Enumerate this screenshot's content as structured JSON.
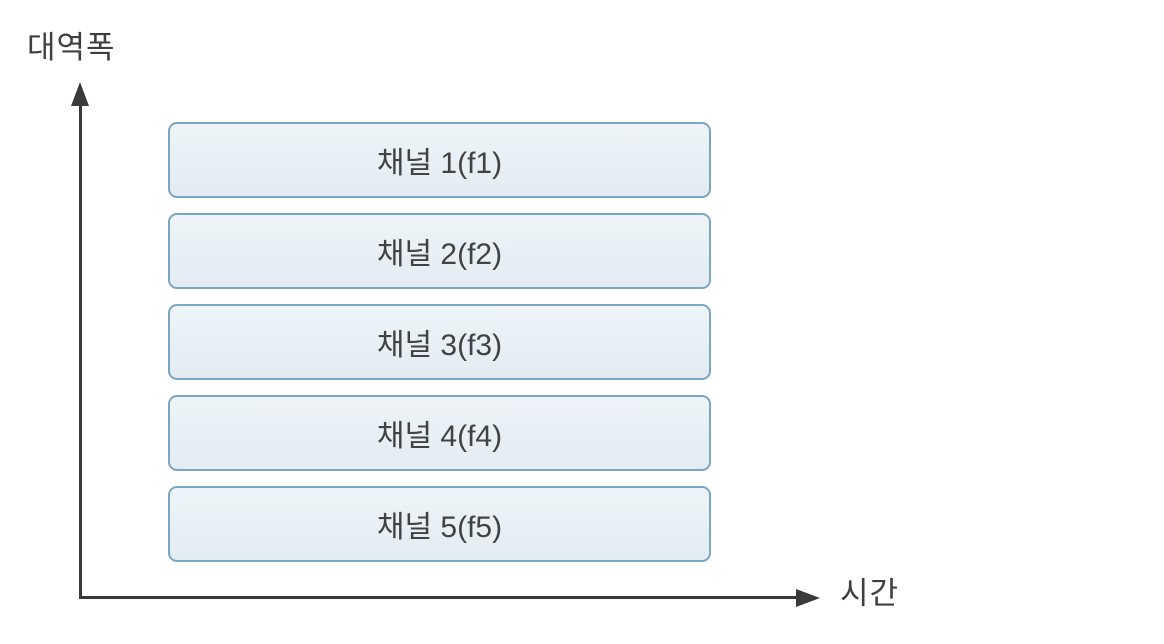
{
  "diagram": {
    "y_axis_label": "대역폭",
    "x_axis_label": "시간",
    "channels": [
      {
        "label": "채널 1(f1)"
      },
      {
        "label": "채널 2(f2)"
      },
      {
        "label": "채널 3(f3)"
      },
      {
        "label": "채널 4(f4)"
      },
      {
        "label": "채널 5(f5)"
      }
    ],
    "colors": {
      "box_fill": "#e5edf3",
      "box_border": "#7aa6c2",
      "axis": "#3a3a3a",
      "text": "#424242"
    }
  }
}
